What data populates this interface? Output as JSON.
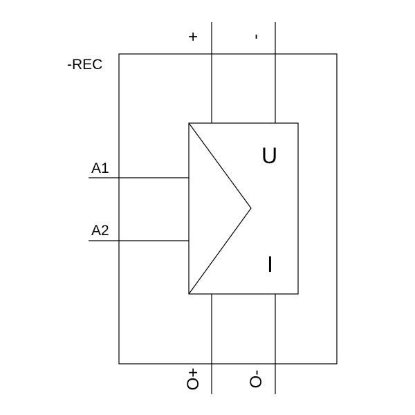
{
  "component": {
    "designation": "-REC",
    "inputs": [
      "A1",
      "A2"
    ],
    "supply_top": {
      "positive": "+",
      "negative": "-"
    },
    "outputs_bottom": {
      "positive": "O+",
      "negative": "O-"
    },
    "symbol_labels": {
      "voltage": "U",
      "current": "I"
    }
  },
  "colors": {
    "line": "#000000",
    "background": "#ffffff"
  }
}
